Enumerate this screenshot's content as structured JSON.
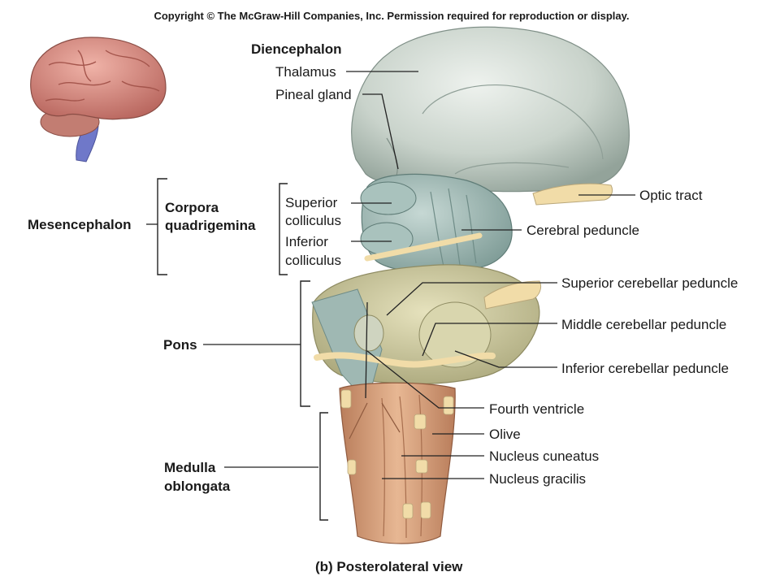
{
  "copyright": "Copyright © The McGraw-Hill Companies, Inc. Permission required for reproduction or display.",
  "caption": "(b) Posterolateral view",
  "labels": {
    "diencephalon": "Diencephalon",
    "thalamus": "Thalamus",
    "pineal_gland": "Pineal gland",
    "optic_tract": "Optic tract",
    "mesencephalon": "Mesencephalon",
    "corpora_quadrigemina_1": "Corpora",
    "corpora_quadrigemina_2": "quadrigemina",
    "superior_colliculus_1": "Superior",
    "superior_colliculus_2": "colliculus",
    "inferior_colliculus_1": "Inferior",
    "inferior_colliculus_2": "colliculus",
    "cerebral_peduncle": "Cerebral peduncle",
    "pons": "Pons",
    "superior_cerebellar_peduncle": "Superior cerebellar peduncle",
    "middle_cerebellar_peduncle": "Middle cerebellar peduncle",
    "inferior_cerebellar_peduncle": "Inferior cerebellar peduncle",
    "fourth_ventricle": "Fourth ventricle",
    "olive": "Olive",
    "nucleus_cuneatus": "Nucleus cuneatus",
    "nucleus_gracilis": "Nucleus gracilis",
    "medulla_1": "Medulla",
    "medulla_2": "oblongata"
  },
  "colors": {
    "diencephalon": "#c9d3cb",
    "midbrain": "#9fb8b3",
    "pons": "#c8c49a",
    "medulla": "#d7a17c",
    "nerve": "#f1dca8",
    "cerebrum": "#d88b83",
    "brainstem_inset": "#6f78c9"
  }
}
